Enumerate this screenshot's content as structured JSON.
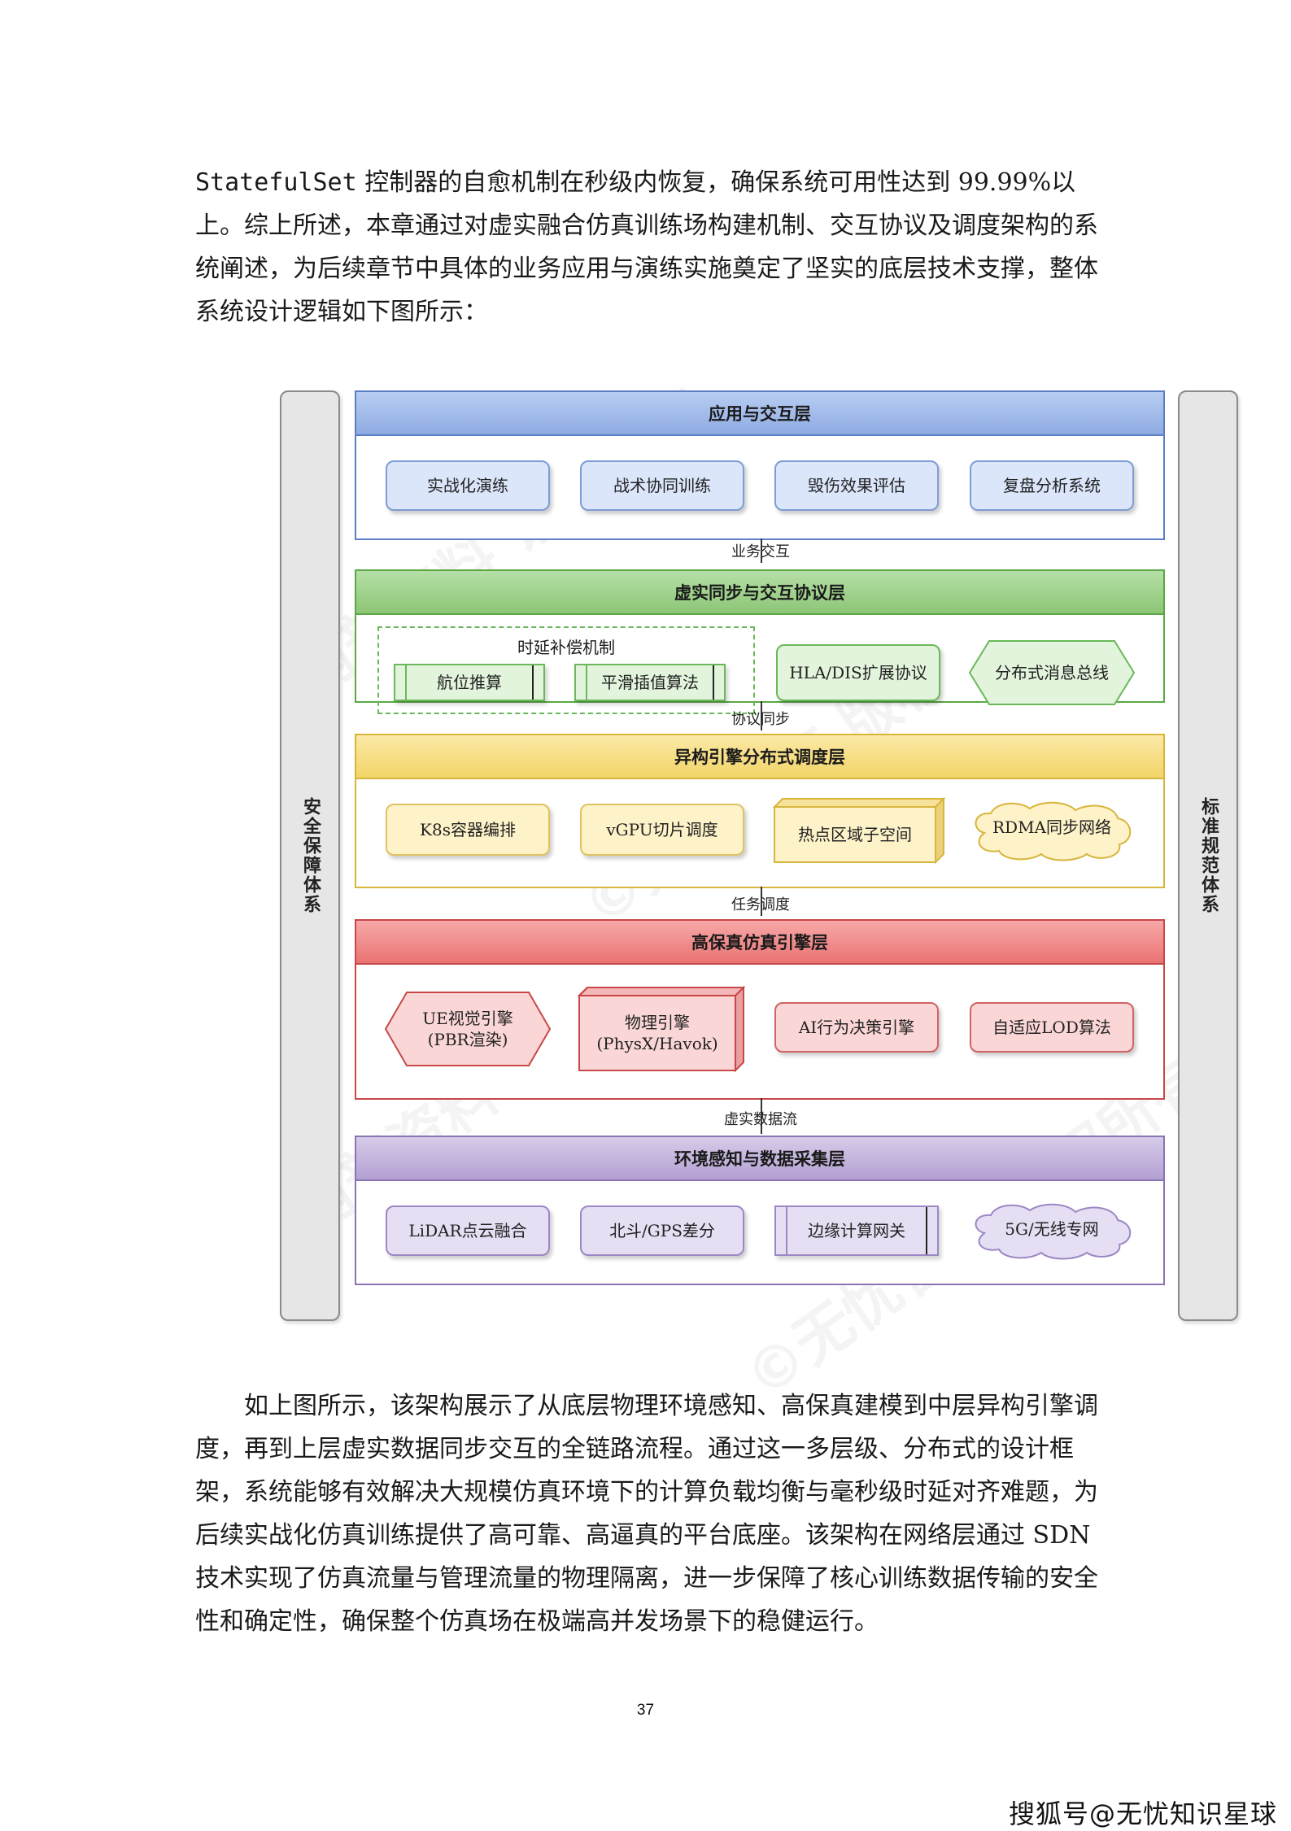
{
  "paragraphs": {
    "p1_code": "StatefulSet",
    "p1_rest": " 控制器的自愈机制在秒级内恢复，确保系统可用性达到 99.99%以上。",
    "p2": "综上所述，本章通过对虚实融合仿真训练场构建机制、交互协议及调度架构的系统阐述，为后续章节中具体的业务应用与演练实施奠定了坚实的底层技术支撑，整体系统设计逻辑如下图所示：",
    "p3": "如上图所示，该架构展示了从底层物理环境感知、高保真建模到中层异构引擎调度，再到上层虚实数据同步交互的全链路流程。通过这一多层级、分布式的设计框架，系统能够有效解决大规模仿真环境下的计算负载均衡与毫秒级时延对齐难题，为后续实战化仿真训练提供了高可靠、高逼真的平台底座。该架构在网络层通过 SDN 技术实现了仿真流量与管理流量的物理隔离，进一步保障了核心训练数据传输的安全性和确定性，确保整个仿真场在极端高并发场景下的稳健运行。"
  },
  "diagram": {
    "left_sidebar": "安全保障体系",
    "right_sidebar": "标准规范体系",
    "watermarks": [
      "内部资料 请勿外传",
      "©无忧智库 版权所有",
      "内部资料 请勿外传",
      "©无忧智库 版权所有"
    ],
    "layers": {
      "app": {
        "title": "应用与交互层",
        "nodes": [
          "实战化演练",
          "战术协同训练",
          "毁伤效果评估",
          "复盘分析系统"
        ]
      },
      "sync": {
        "title": "虚实同步与交互协议层",
        "group_label": "时延补偿机制",
        "group_nodes": [
          "航位推算",
          "平滑插值算法"
        ],
        "nodes": [
          "HLA/DIS扩展协议",
          "分布式消息总线"
        ]
      },
      "sched": {
        "title": "异构引擎分布式调度层",
        "nodes": [
          "K8s容器编排",
          "vGPU切片调度",
          "热点区域子空间",
          "RDMA同步网络"
        ]
      },
      "engine": {
        "title": "高保真仿真引擎层",
        "nodes": [
          "UE视觉引擎\n(PBR渲染)",
          "物理引擎\n(PhysX/Havok)",
          "AI行为决策引擎",
          "自适应LOD算法"
        ]
      },
      "env": {
        "title": "环境感知与数据采集层",
        "nodes": [
          "LiDAR点云融合",
          "北斗/GPS差分",
          "边缘计算网关",
          "5G/无线专网"
        ]
      }
    },
    "connectors": [
      "业务交互",
      "协议同步",
      "任务调度",
      "虚实数据流"
    ],
    "colors": {
      "blue_head": "#9fb8e8",
      "blue_border": "#5b7fc6",
      "green_head": "#9fd08a",
      "green_border": "#5aa844",
      "yellow_head": "#f7df82",
      "yellow_border": "#d8b53c",
      "red_head": "#f08c8c",
      "red_border": "#c84848",
      "purple_head": "#c3b3dc",
      "purple_border": "#8a74b4"
    }
  },
  "page_number": "37",
  "credit": "搜狐号@无忧知识星球"
}
